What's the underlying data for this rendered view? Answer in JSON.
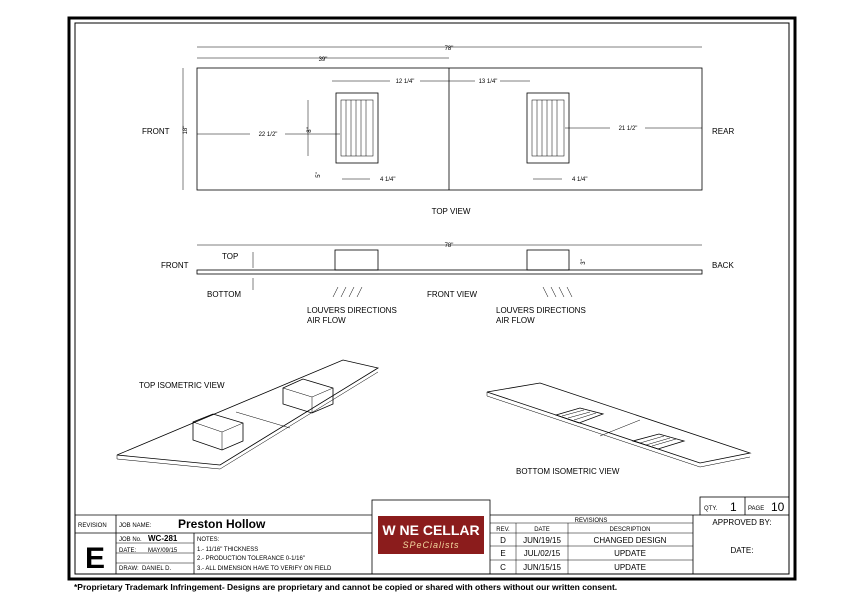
{
  "top_view": {
    "title": "TOP VIEW",
    "front": "FRONT",
    "rear": "REAR",
    "dims": {
      "overall": "78\"",
      "half": "39\"",
      "depth": "18\"",
      "left_offset": "12 1/4\"",
      "right_offset": "13 1/4\"",
      "left_from_front": "22 1/2\"",
      "louver_length": "8\"",
      "louver_edge": "5\"",
      "left_width": "4 1/4\"",
      "right_from_rear": "21 1/2\"",
      "right_width": "4 1/4\""
    }
  },
  "front_view": {
    "title": "FRONT VIEW",
    "front": "FRONT",
    "back": "BACK",
    "top": "TOP",
    "bottom": "BOTTOM",
    "overall": "78\"",
    "height": "3\"",
    "left_note": [
      "LOUVERS DIRECTIONS",
      "AIR FLOW"
    ],
    "right_note": [
      "LOUVERS DIRECTIONS",
      "AIR FLOW"
    ]
  },
  "iso": {
    "top": "TOP ISOMETRIC VIEW",
    "bottom": "BOTTOM ISOMETRIC VIEW"
  },
  "title_block": {
    "revision_label": "REVISION",
    "revision": "E",
    "job_name_label": "JOB NAME:",
    "job_name": "Preston Hollow",
    "job_no_label": "JOB No.",
    "job_no": "WC-281",
    "date_label": "DATE:",
    "date": "MAY/09/15",
    "draw_label": "DRAW:",
    "draw": "DANIEL D.",
    "notes_label": "NOTES:",
    "notes": [
      "1.- 11/16\" THICKNESS",
      "2.- PRODUCTION TOLERANCE 0-1/16\"",
      "3.- ALL DIMENSION HAVE TO VERIFY ON FIELD"
    ],
    "logo_line1": "W NE CELLAR",
    "logo_line2": "SPeCialists",
    "qty_label": "QTY.",
    "qty": "1",
    "page_label": "PAGE",
    "page": "10",
    "approved_label": "APPROVED BY:",
    "approved_date_label": "DATE:"
  },
  "revisions": {
    "title": "REVISIONS",
    "headers": [
      "REV.",
      "DATE",
      "DESCRIPTION"
    ],
    "rows": [
      [
        "D",
        "JUN/19/15",
        "CHANGED DESIGN"
      ],
      [
        "E",
        "JUL/02/15",
        "UPDATE"
      ],
      [
        "C",
        "JUN/15/15",
        "UPDATE"
      ]
    ]
  },
  "disclaimer": "*Proprietary Trademark Infringement- Designs are proprietary and cannot be copied or shared with others without our written consent.",
  "colors": {
    "logo_bg": "#8b1c1c"
  }
}
